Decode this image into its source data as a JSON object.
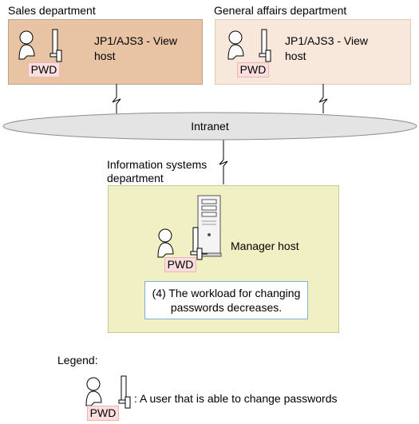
{
  "sales": {
    "dept_label": "Sales department",
    "host_line1": "JP1/AJS3 - View",
    "host_line2": "host",
    "fill": "#e8c4a4"
  },
  "general": {
    "dept_label": "General affairs department",
    "host_line1": "JP1/AJS3 - View",
    "host_line2": "host",
    "fill": "#f8e8dc"
  },
  "network": {
    "label": "Intranet",
    "fill": "#e4e4e4"
  },
  "infosys": {
    "dept_line1": "Information systems",
    "dept_line2": "department",
    "host_label": "Manager host",
    "fill": "#f0f0c4"
  },
  "note": {
    "line1": "(4) The workload for changing",
    "line2": "passwords decreases."
  },
  "pwd_label": "PWD",
  "legend": {
    "title": "Legend:",
    "description": ": A user that is able to change passwords"
  },
  "icons": [
    "user-icon",
    "monitor-icon",
    "server-icon",
    "network-link-icon"
  ]
}
